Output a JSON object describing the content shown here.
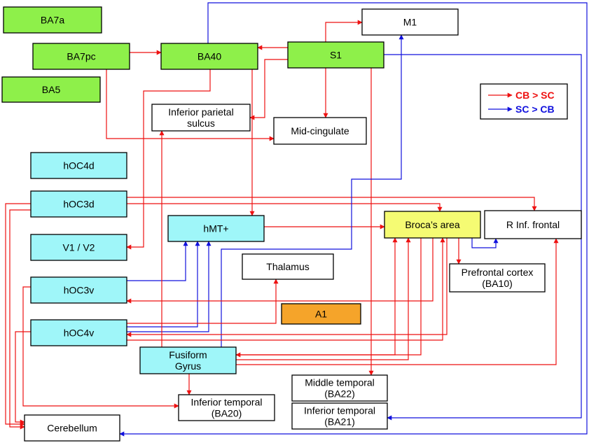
{
  "colors": {
    "green": "#8ef04a",
    "cyan": "#9ff6f9",
    "yellow": "#f5fb73",
    "orange": "#f5a42a",
    "white": "#ffffff",
    "red": "#ee1111",
    "blue": "#1111dd"
  },
  "nodes": {
    "ba7a": {
      "label": "BA7a",
      "fill": "green"
    },
    "ba7pc": {
      "label": "BA7pc",
      "fill": "green"
    },
    "ba5": {
      "label": "BA5",
      "fill": "green"
    },
    "ba40": {
      "label": "BA40",
      "fill": "green"
    },
    "s1": {
      "label": "S1",
      "fill": "green"
    },
    "m1": {
      "label": "M1",
      "fill": "white"
    },
    "ips": {
      "label": [
        "Inferior parietal",
        "sulcus"
      ],
      "fill": "white"
    },
    "midcing": {
      "label": "Mid-cingulate",
      "fill": "white"
    },
    "hoc4d": {
      "label": "hOC4d",
      "fill": "cyan"
    },
    "hoc3d": {
      "label": "hOC3d",
      "fill": "cyan"
    },
    "v1v2": {
      "label": "V1 / V2",
      "fill": "cyan"
    },
    "hoc3v": {
      "label": "hOC3v",
      "fill": "cyan"
    },
    "hoc4v": {
      "label": "hOC4v",
      "fill": "cyan"
    },
    "hmt": {
      "label": "hMT+",
      "fill": "cyan"
    },
    "fusiform": {
      "label": [
        "Fusiform",
        "Gyrus"
      ],
      "fill": "cyan"
    },
    "thalamus": {
      "label": "Thalamus",
      "fill": "white"
    },
    "a1": {
      "label": "A1",
      "fill": "orange"
    },
    "broca": {
      "label": "Broca’s area",
      "fill": "yellow"
    },
    "rif": {
      "label": "R Inf. frontal",
      "fill": "white"
    },
    "pfc": {
      "label": [
        "Prefrontal cortex",
        "(BA10)"
      ],
      "fill": "white"
    },
    "mt22": {
      "label": [
        "Middle temporal",
        "(BA22)"
      ],
      "fill": "white"
    },
    "it21": {
      "label": [
        "Inferior temporal",
        "(BA21)"
      ],
      "fill": "white"
    },
    "it20": {
      "label": [
        "Inferior temporal",
        "(BA20)"
      ],
      "fill": "white"
    },
    "cereb": {
      "label": "Cerebellum",
      "fill": "white"
    }
  },
  "legend": [
    {
      "label": "CB > SC",
      "color": "red"
    },
    {
      "label": "SC > CB",
      "color": "blue"
    }
  ],
  "connections": [
    {
      "from": "BA7pc",
      "to": "BA40",
      "color": "red"
    },
    {
      "from": "BA7pc",
      "to": "Mid-cingulate",
      "color": "red"
    },
    {
      "from": "BA40",
      "to": "V1 / V2",
      "color": "red"
    },
    {
      "from": "BA40",
      "to": "hMT+",
      "color": "red"
    },
    {
      "from": "BA40",
      "to": "Cerebellum",
      "color": "blue"
    },
    {
      "from": "S1",
      "to": "M1",
      "color": "red"
    },
    {
      "from": "S1",
      "to": "BA40",
      "color": "red"
    },
    {
      "from": "S1",
      "to": "Inferior parietal sulcus",
      "color": "red"
    },
    {
      "from": "S1",
      "to": "Mid-cingulate",
      "color": "red"
    },
    {
      "from": "S1",
      "to": "Middle temporal (BA22)",
      "color": "red"
    },
    {
      "from": "S1",
      "to": "Inferior temporal (BA21)",
      "color": "blue"
    },
    {
      "from": "hOC3d",
      "to": "Broca’s area",
      "color": "red"
    },
    {
      "from": "hOC3d",
      "to": "R Inf. frontal",
      "color": "red"
    },
    {
      "from": "hOC3d",
      "to": "Cerebellum",
      "color": "red"
    },
    {
      "from": "hOC3v",
      "to": "hMT+",
      "color": "blue"
    },
    {
      "from": "hOC3v",
      "to": "Cerebellum",
      "color": "red"
    },
    {
      "from": "hOC4v",
      "to": "hMT+",
      "color": "blue"
    },
    {
      "from": "hOC4v",
      "to": "Thalamus",
      "color": "red"
    },
    {
      "from": "hOC4v",
      "to": "Broca’s area",
      "color": "red"
    },
    {
      "from": "hOC4v",
      "to": "Cerebellum",
      "color": "red"
    },
    {
      "from": "hOC4v",
      "to": "Inferior temporal (BA20)",
      "color": "red"
    },
    {
      "from": "hMT+",
      "to": "Broca’s area",
      "color": "red"
    },
    {
      "from": "Fusiform Gyrus",
      "to": "Inferior parietal sulcus",
      "color": "red"
    },
    {
      "from": "Fusiform Gyrus",
      "to": "hMT+",
      "color": "blue"
    },
    {
      "from": "Fusiform Gyrus",
      "to": "Broca’s area",
      "color": "red"
    },
    {
      "from": "Fusiform Gyrus",
      "to": "R Inf. frontal",
      "color": "red"
    },
    {
      "from": "Fusiform Gyrus",
      "to": "Inferior temporal (BA20)",
      "color": "red"
    },
    {
      "from": "Broca’s area",
      "to": "Prefrontal cortex (BA10)",
      "color": "red"
    },
    {
      "from": "Broca’s area",
      "to": "R Inf. frontal",
      "color": "blue"
    },
    {
      "from": "Broca’s area",
      "to": "hOC3v",
      "color": "red"
    },
    {
      "from": "Broca’s area",
      "to": "hOC4v",
      "color": "red"
    },
    {
      "from": "Broca’s area",
      "to": "M1",
      "color": "blue"
    }
  ]
}
